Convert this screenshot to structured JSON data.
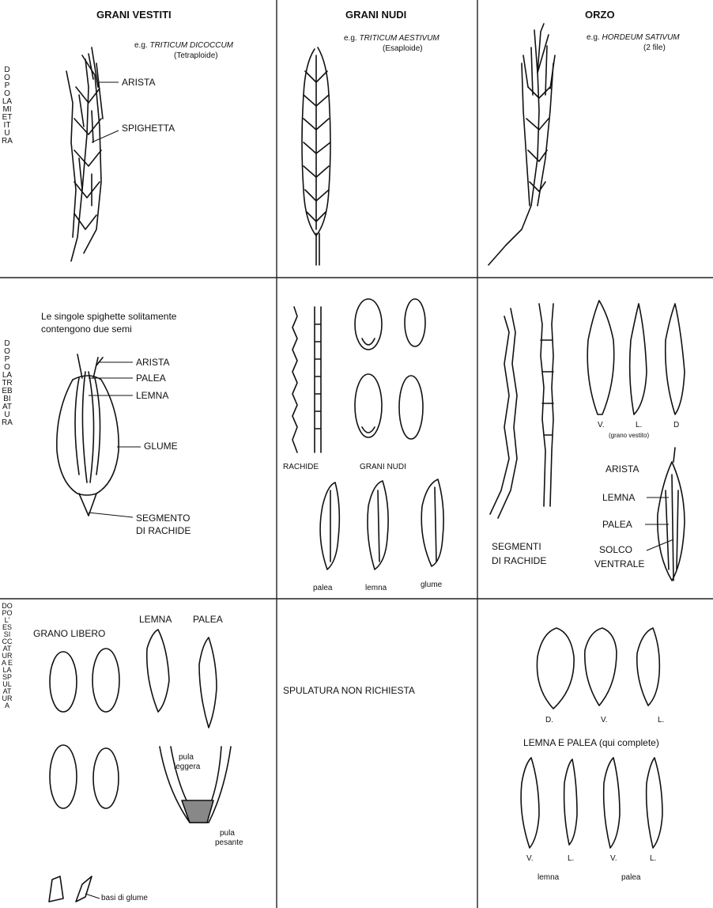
{
  "columns": {
    "c1": {
      "title": "GRANI VESTITI",
      "eg_prefix": "e.g.",
      "species": "TRITICUM DICOCCUM",
      "ploidy": "(Tetraploide)"
    },
    "c2": {
      "title": "GRANI NUDI",
      "eg_prefix": "e.g.",
      "species": "TRITICUM AESTIVUM",
      "ploidy": "(Esaploide)"
    },
    "c3": {
      "title": "ORZO",
      "eg_prefix": "e.g.",
      "species": "HORDEUM SATIVUM",
      "ploidy": "(2 file)"
    }
  },
  "rows": {
    "r1": "DOPO LA MIETITURA",
    "r2": "DOPO LA TREBBIATURA",
    "r3": "DOPO L' ESSICCATURA E LA SPULATURA"
  },
  "r1": {
    "arista": "ARISTA",
    "spighetta": "SPIGHETTA"
  },
  "r2c1": {
    "note_line1": "Le singole spighette solitamente",
    "note_line2": "contengono due semi",
    "arista": "ARISTA",
    "palea": "PALEA",
    "lemna": "LEMNA",
    "glume": "GLUME",
    "segmento": "SEGMENTO",
    "di_rachide": "DI RACHIDE"
  },
  "r2c2": {
    "rachide": "RACHIDE",
    "grani_nudi": "GRANI NUDI",
    "palea": "palea",
    "lemna": "lemna",
    "glume": "glume"
  },
  "r2c3": {
    "v": "V.",
    "l": "L.",
    "d": "D",
    "grano_vestito": "(grano vestito)",
    "segmenti": "SEGMENTI",
    "di_rachide": "DI RACHIDE",
    "arista": "ARISTA",
    "lemna": "LEMNA",
    "palea": "PALEA",
    "solco": "SOLCO",
    "ventrale": "VENTRALE"
  },
  "r3c1": {
    "grano_libero": "GRANO LIBERO",
    "lemna": "LEMNA",
    "palea": "PALEA",
    "pula": "pula",
    "leggera": "leggera",
    "pula2": "pula",
    "pesante": "pesante",
    "basi": "basi di glume"
  },
  "r3c2": {
    "spulatura": "SPULATURA NON RICHIESTA"
  },
  "r3c3": {
    "d": "D.",
    "v": "V.",
    "l": "L.",
    "lemna_palea": "LEMNA E PALEA (qui complete)",
    "v2": "V.",
    "l2": "L.",
    "v3": "V.",
    "l3": "L.",
    "lemna": "lemna",
    "palea": "palea"
  }
}
